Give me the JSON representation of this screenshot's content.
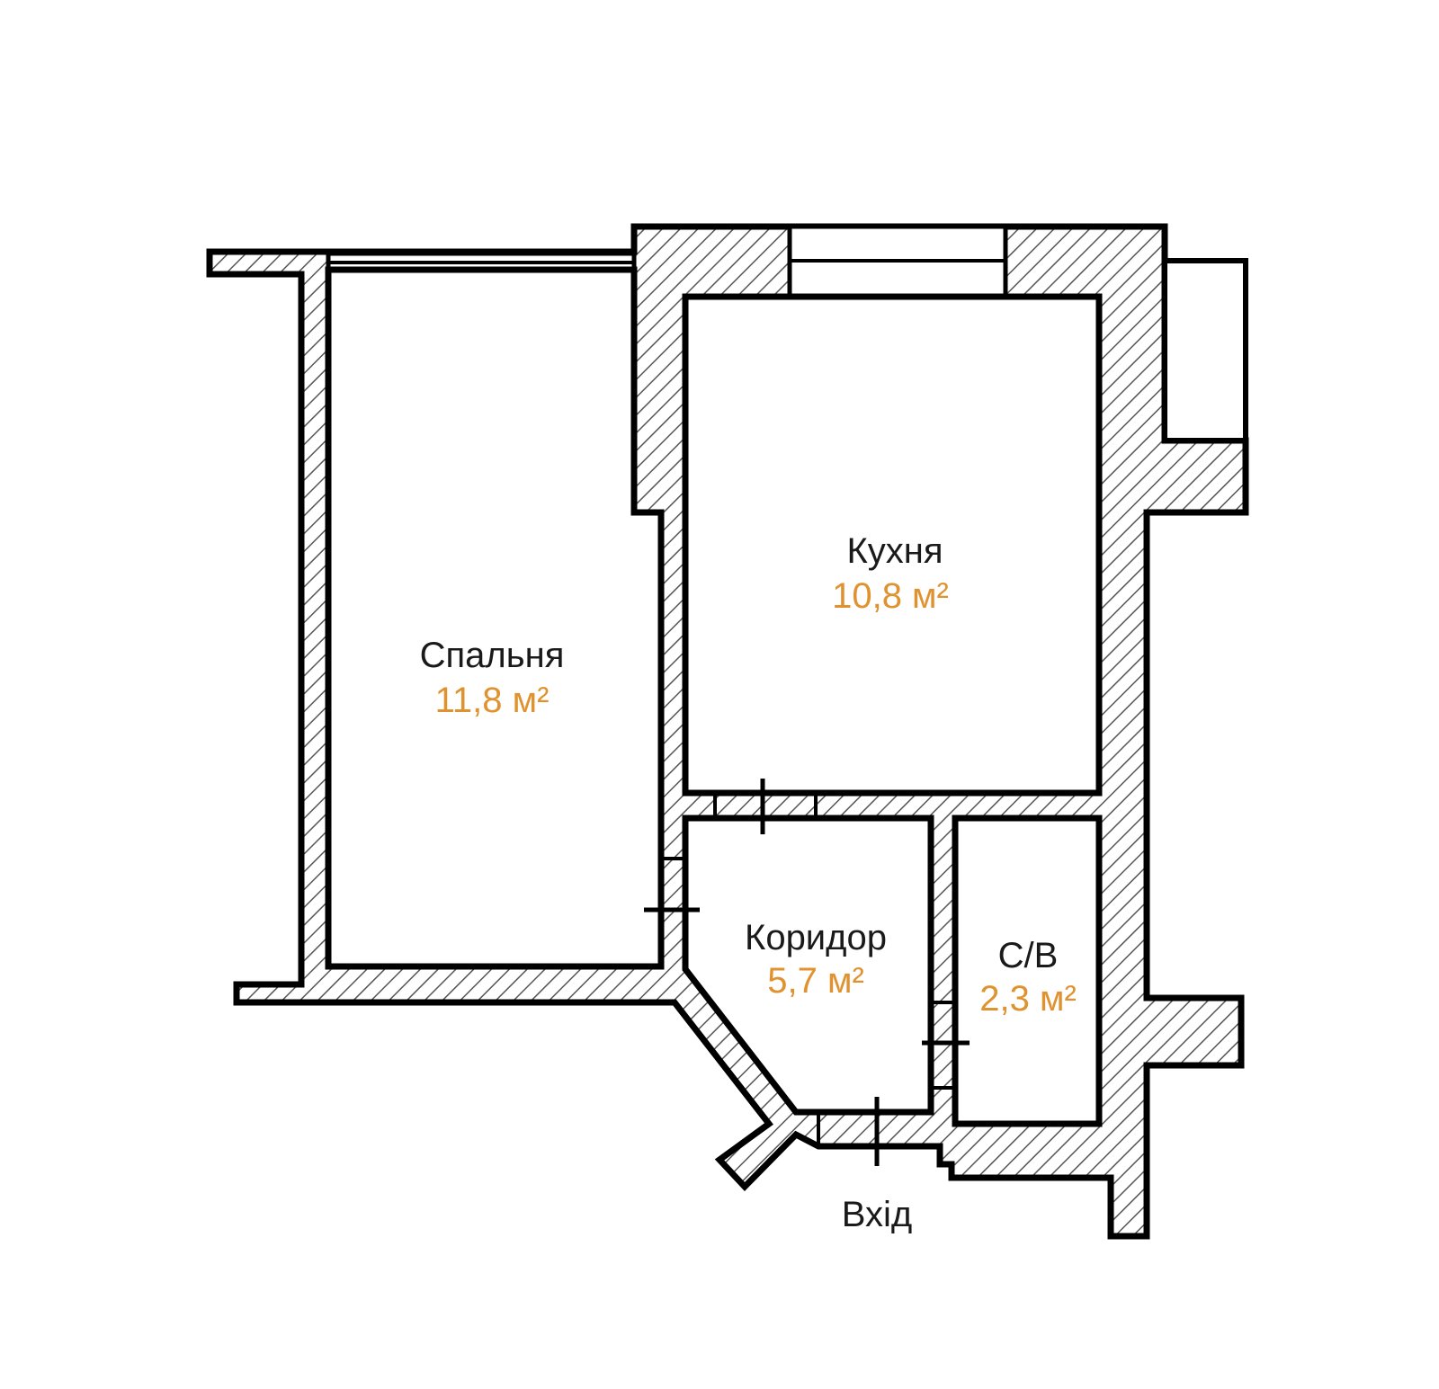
{
  "colors": {
    "area_text": "#e0922f",
    "wall_hatch": "#555555",
    "outline": "#000000"
  },
  "rooms": [
    {
      "name": "Спальня",
      "area": "11,8 м²"
    },
    {
      "name": "Кухня",
      "area": "10,8 м²"
    },
    {
      "name": "Коридор",
      "area": "5,7 м²"
    },
    {
      "name": "С/В",
      "area": "2,3 м²"
    }
  ],
  "entrance_label": "Вхід"
}
